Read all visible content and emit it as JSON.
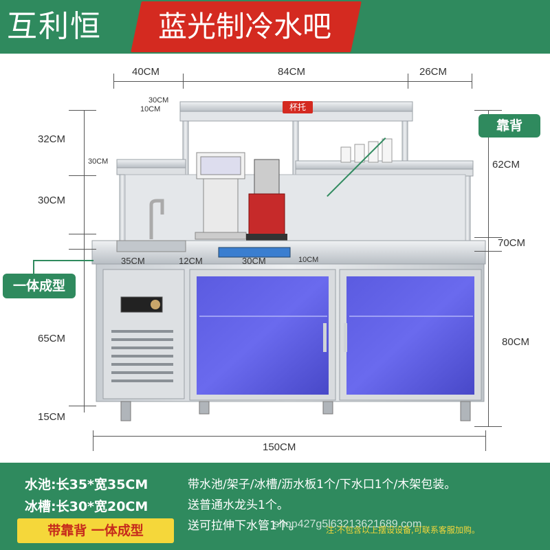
{
  "header": {
    "brand": "互利恒",
    "title": "蓝光制冷水吧"
  },
  "dimensions": {
    "top_left": "40CM",
    "top_middle": "84CM",
    "top_right": "26CM",
    "shelf_height_30": "30CM",
    "shelf_gap_10": "10CM",
    "left_32": "32CM",
    "left_shelf_30": "30CM",
    "left_30": "30CM",
    "left_65": "65CM",
    "left_15": "15CM",
    "right_62": "62CM",
    "right_70": "70CM",
    "right_80": "80CM",
    "sink_35": "35CM",
    "gap_12": "12CM",
    "ice_30": "30CM",
    "gap_10": "10CM",
    "bottom_150": "150CM"
  },
  "callouts": {
    "backboard": "靠背",
    "integrated": "一体成型",
    "cup_holder": "杯托"
  },
  "specs": {
    "sink": "水池:长35*宽35CM",
    "ice_tank": "冰槽:长30*宽20CM"
  },
  "description": {
    "line1": "带水池/架子/冰槽/沥水板1个/下水口1个/木架包装。",
    "line2": "送普通水龙头1个。",
    "line3": "送可拉伸下水管1个。"
  },
  "badge": "带靠背 一体成型",
  "note": "注:不包含以上摆设设备,可联系客服加购。",
  "watermark": "shop427g5l63213621689.com",
  "colors": {
    "brand_green": "#2f8a5e",
    "title_red": "#d42a20",
    "badge_yellow": "#f5d73a"
  }
}
